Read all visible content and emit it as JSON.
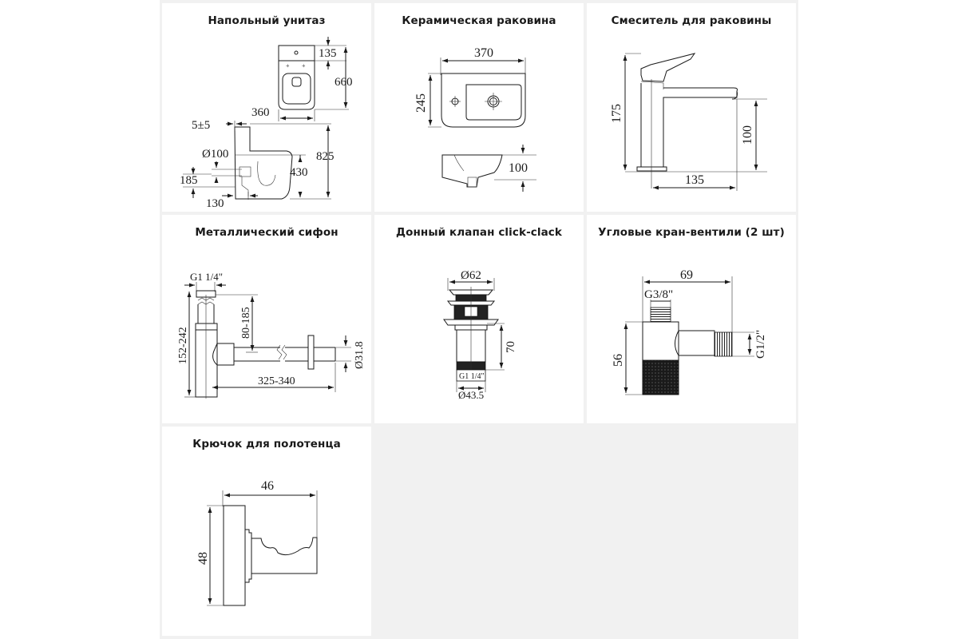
{
  "panels": [
    {
      "title": "Напольный унитаз",
      "icon": "floor-toilet-drawing",
      "dimensions": {
        "tank_height": "135",
        "total_depth": "660",
        "width": "360",
        "wall_gap": "5±5",
        "outlet_diameter": "Ø100",
        "height": "825",
        "bowl_height": "430",
        "outlet_height": "185",
        "outlet_offset": "130"
      }
    },
    {
      "title": "Керамическая раковина",
      "icon": "ceramic-sink-drawing",
      "dimensions": {
        "width": "370",
        "depth": "245",
        "height": "100"
      }
    },
    {
      "title": "Смеситель для раковины",
      "icon": "sink-faucet-drawing",
      "dimensions": {
        "height": "175",
        "spout_height": "100",
        "spout_reach": "135"
      }
    },
    {
      "title": "Металлический сифон",
      "icon": "metal-siphon-drawing",
      "dimensions": {
        "thread": "G1 1/4\"",
        "total_height": "152-242",
        "inlet_to_outlet": "80-185",
        "pipe_diameter": "Ø31.8",
        "length": "325-340"
      }
    },
    {
      "title": "Донный клапан click-clack",
      "icon": "click-clack-drain-drawing",
      "dimensions": {
        "cap_diameter": "Ø62",
        "height": "70",
        "thread": "G1 1/4\"",
        "body_diameter": "Ø43.5"
      }
    },
    {
      "title": "Угловые кран-вентили (2 шт)",
      "icon": "angle-valve-drawing",
      "dimensions": {
        "length": "69",
        "inlet_thread": "G3/8\"",
        "height": "56",
        "outlet_thread": "G1/2\""
      }
    },
    {
      "title": "Крючок для полотенца",
      "icon": "towel-hook-drawing",
      "dimensions": {
        "depth": "46",
        "height": "48"
      }
    }
  ],
  "colors": {
    "grid_background": "#f1f1f1",
    "cell_background": "#ffffff",
    "ink": "#1a1a1a"
  }
}
